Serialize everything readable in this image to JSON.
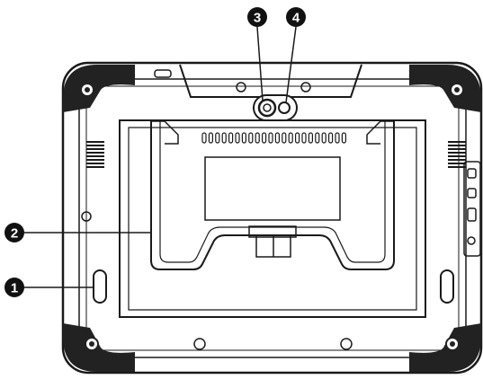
{
  "callouts": [
    {
      "label": "1",
      "part": "speaker"
    },
    {
      "label": "2",
      "part": "kickstand"
    },
    {
      "label": "3",
      "part": "camera"
    },
    {
      "label": "4",
      "part": "camera-flash"
    }
  ],
  "colors": {
    "line": "#1a1a1a",
    "bumper": "#222222",
    "background": "#ffffff"
  }
}
